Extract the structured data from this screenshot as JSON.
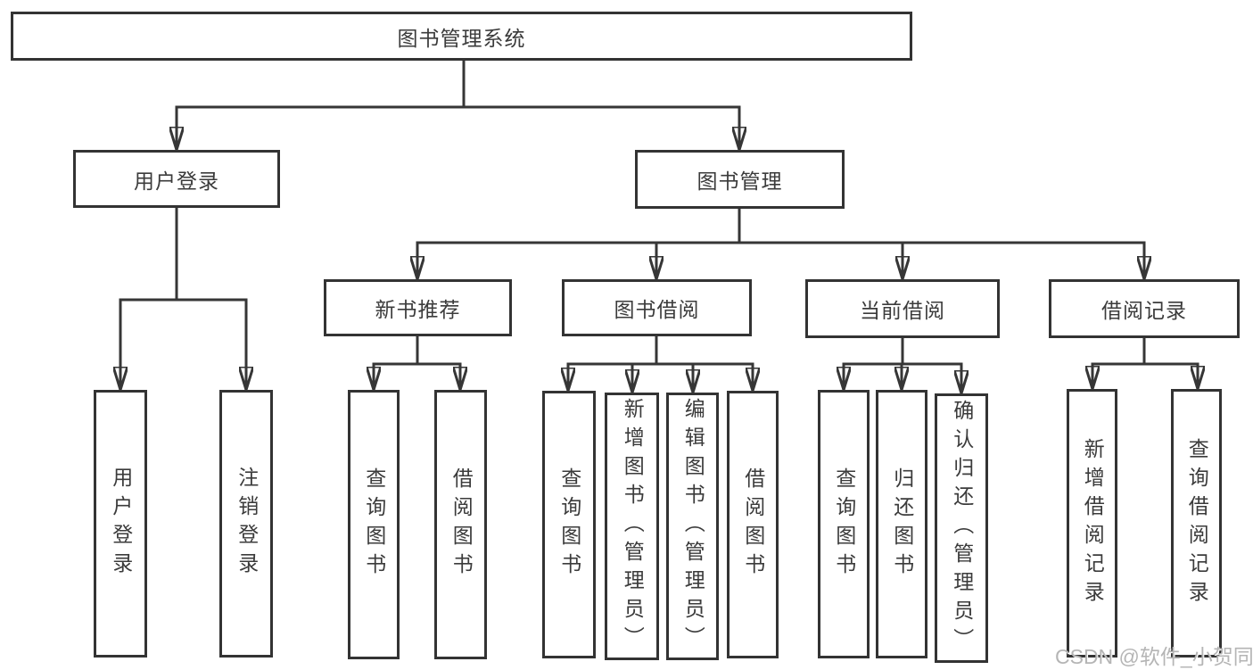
{
  "tree": {
    "root": {
      "label": "图书管理系统"
    },
    "branches": [
      {
        "label": "用户登录",
        "children": [
          {
            "label": "用户登录"
          },
          {
            "label": "注销登录"
          }
        ]
      },
      {
        "label": "图书管理",
        "groups": [
          {
            "label": "新书推荐",
            "children": [
              {
                "label": "查询图书"
              },
              {
                "label": "借阅图书"
              }
            ]
          },
          {
            "label": "图书借阅",
            "children": [
              {
                "label": "查询图书"
              },
              {
                "label": "新增图书（管理员）"
              },
              {
                "label": "编辑图书（管理员）"
              },
              {
                "label": "借阅图书"
              }
            ]
          },
          {
            "label": "当前借阅",
            "children": [
              {
                "label": "查询图书"
              },
              {
                "label": "归还图书"
              },
              {
                "label": "确认归还（管理员）"
              }
            ]
          },
          {
            "label": "借阅记录",
            "children": [
              {
                "label": "新增借阅记录"
              },
              {
                "label": "查询借阅记录"
              }
            ]
          }
        ]
      }
    ]
  },
  "watermark": {
    "text": "CSDN @软件_小贺同学"
  },
  "colors": {
    "line": "#363636",
    "box_border": "#333333",
    "box_background": "#ffffff",
    "text": "#3b3b3b",
    "watermark": "#b5b5b5"
  }
}
